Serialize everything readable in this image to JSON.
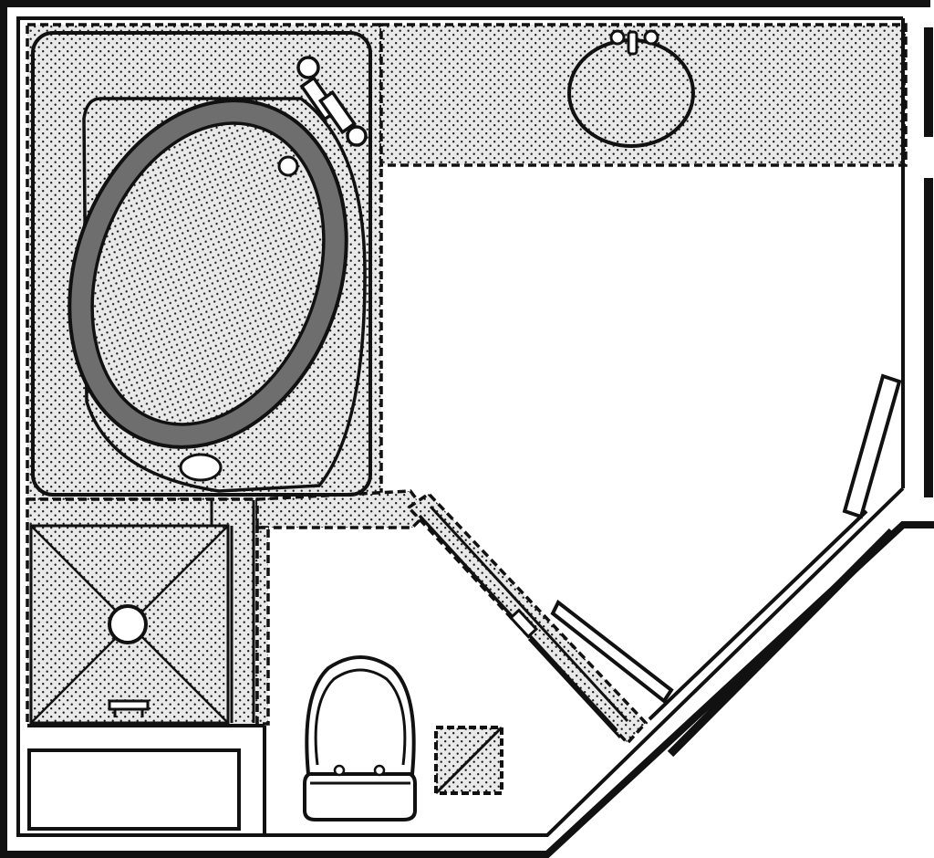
{
  "diagram": {
    "type": "bathroom-floor-plan",
    "labels": [],
    "fixtures": [
      {
        "id": "oval-tub",
        "icon": "oval-tub-icon"
      },
      {
        "id": "tub-faucet",
        "icon": "faucet-icon"
      },
      {
        "id": "vanity-sink",
        "icon": "sink-icon"
      },
      {
        "id": "sink-faucet",
        "icon": "faucet-icon"
      },
      {
        "id": "shower",
        "icon": "shower-drain-icon"
      },
      {
        "id": "toilet",
        "icon": "toilet-icon"
      },
      {
        "id": "linen-cabinet",
        "icon": "cabinet-icon"
      },
      {
        "id": "angled-door",
        "icon": "door-icon"
      },
      {
        "id": "window",
        "icon": "window-icon"
      },
      {
        "id": "bench",
        "icon": "bench-icon"
      }
    ],
    "colors": {
      "line": "#111111",
      "background": "#ffffff",
      "stipple_fill": "#e6e6e6",
      "stipple_dot": "#1a1a1a",
      "tub_rim": "#6e6e6e"
    }
  }
}
